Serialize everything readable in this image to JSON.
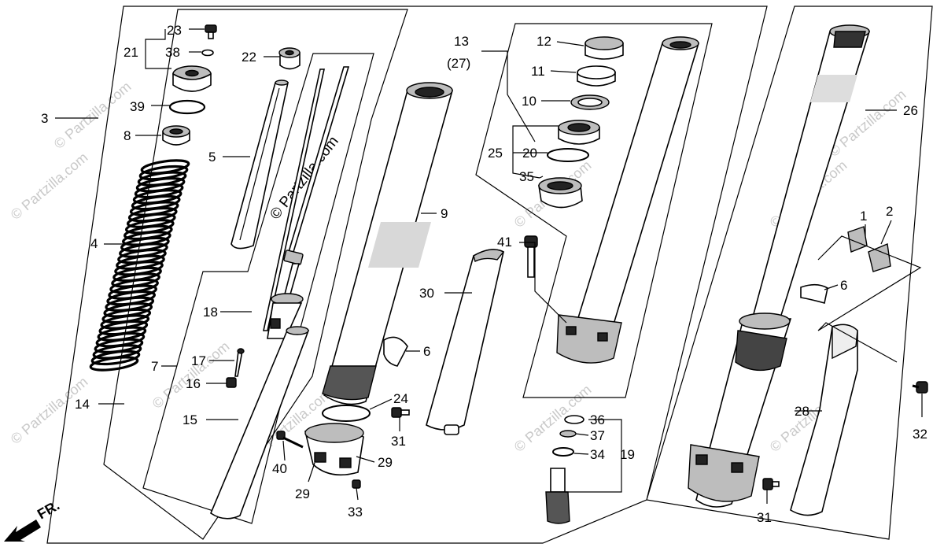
{
  "watermark": "© Partzilla.com",
  "direction": {
    "label": "FR."
  },
  "callouts": {
    "c1": "1",
    "c2": "2",
    "c3": "3",
    "c4": "4",
    "c5": "5",
    "c6a": "6",
    "c6b": "6",
    "c7": "7",
    "c8": "8",
    "c9": "9",
    "c10": "10",
    "c11": "11",
    "c12": "12",
    "c13": "13",
    "c13b": "(27)",
    "c14": "14",
    "c15": "15",
    "c16": "16",
    "c17": "17",
    "c18": "18",
    "c19": "19",
    "c20": "20",
    "c21": "21",
    "c22": "22",
    "c23": "23",
    "c24": "24",
    "c25": "25",
    "c26": "26",
    "c28": "28",
    "c29a": "29",
    "c29b": "29",
    "c30": "30",
    "c31a": "31",
    "c31b": "31",
    "c32": "32",
    "c33": "33",
    "c34": "34",
    "c35": "35",
    "c36": "36",
    "c37": "37",
    "c38": "38",
    "c39": "39",
    "c40": "40",
    "c41": "41"
  }
}
